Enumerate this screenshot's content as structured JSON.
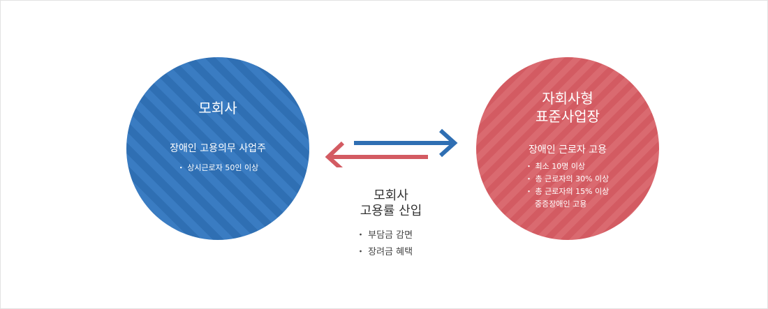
{
  "left_circle": {
    "title": "모회사",
    "subtitle": "장애인 고용의무 사업주",
    "items": [
      "・ 상시근로자 50인 이상"
    ]
  },
  "right_circle": {
    "title_line1": "자회사형",
    "title_line2": "표준사업장",
    "subtitle": "장애인 근로자 고용",
    "items": [
      "・ 최소 10명 이상",
      "・ 총 근로자의 30% 이상",
      "・ 총 근로자의 15% 이상",
      "중증장애인 고용"
    ]
  },
  "middle": {
    "title_line1": "모회사",
    "title_line2": "고용률 산입",
    "items": [
      "・ 부담금 감면",
      "・ 장려금 혜택"
    ]
  },
  "colors": {
    "blue": "#2f6fb3",
    "red": "#d35b62"
  }
}
